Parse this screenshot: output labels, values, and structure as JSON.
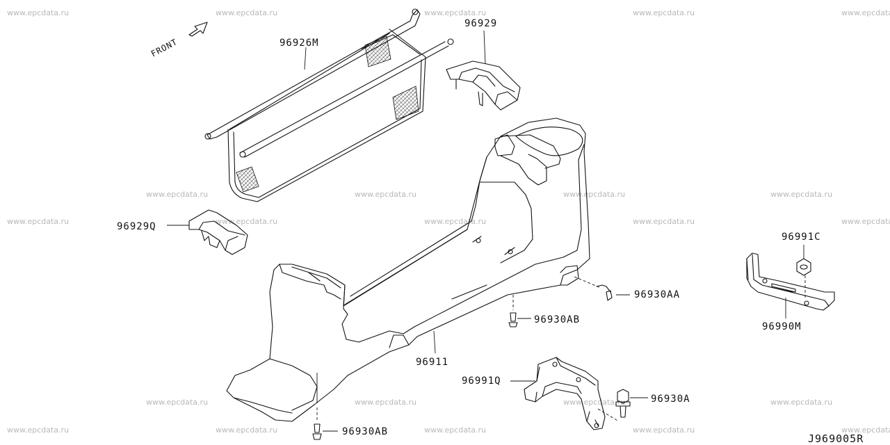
{
  "watermark": "www.epcdata.ru",
  "front_label": "FRONT",
  "diagram_code": "J969005R",
  "parts": {
    "net_assembly": "96926M",
    "holder_upper": "96929",
    "holder_lower": "96929Q",
    "console_body": "96911",
    "screw_aa": "96930AA",
    "screw_ab_mid": "96930AB",
    "screw_ab_bottom": "96930AB",
    "bracket_q": "96991Q",
    "bolt_a": "96930A",
    "nut_c": "96991C",
    "bracket_m": "96990M"
  }
}
